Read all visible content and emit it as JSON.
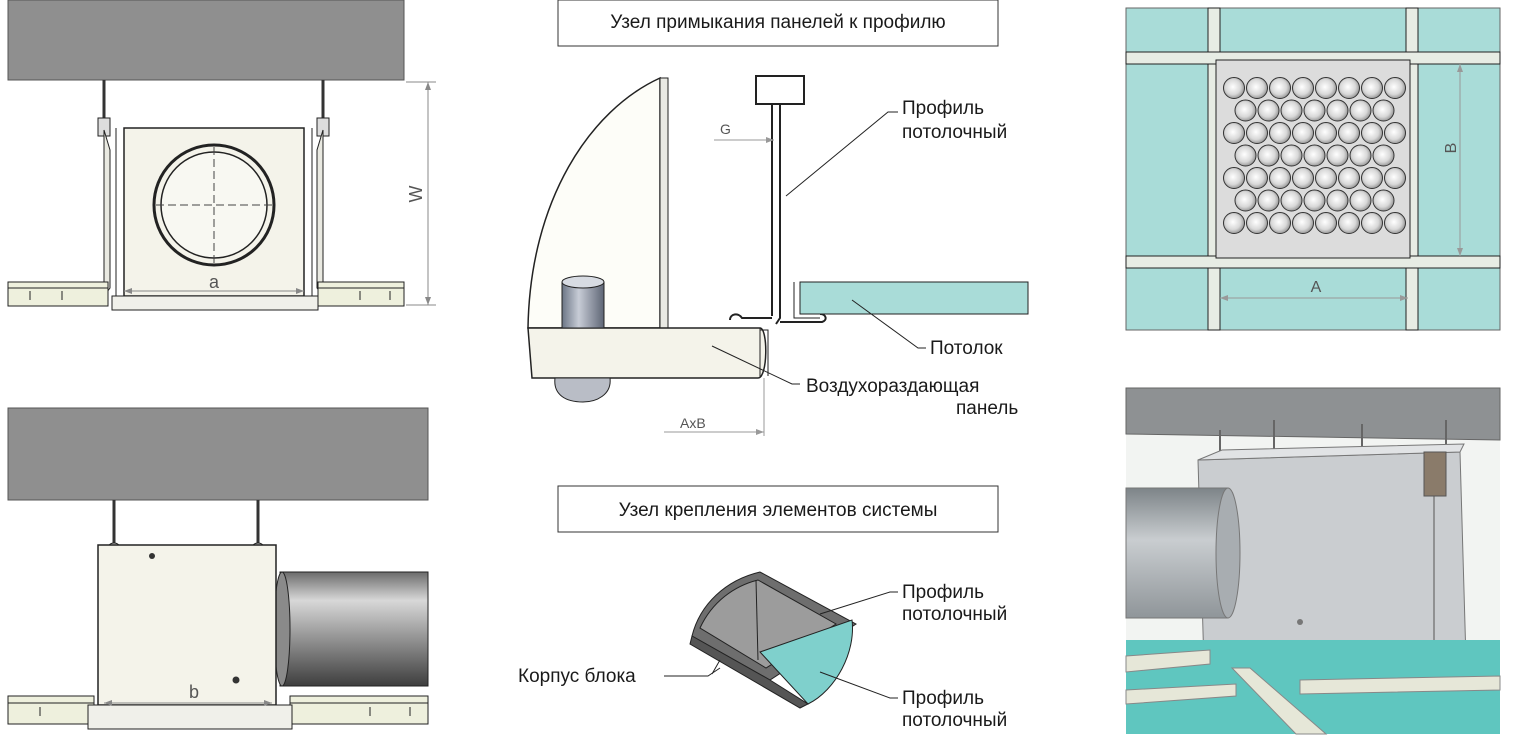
{
  "titles": {
    "junction_profile": "Узел примыкания панелей к профилю",
    "fastening": "Узел крепления элементов системы"
  },
  "labels": {
    "profile_ceiling_top_line1": "Профиль",
    "profile_ceiling_top_line2": "потолочный",
    "ceiling": "Потолок",
    "air_panel_line1": "Воздухораздающая",
    "air_panel_line2": "панель",
    "body_block": "Корпус блока",
    "profile_ceiling_mid_line1": "Профиль",
    "profile_ceiling_mid_line2": "потолочный",
    "profile_ceiling_bot_line1": "Профиль",
    "profile_ceiling_bot_line2": "потолочный"
  },
  "dimensions": {
    "W": "W",
    "a": "a",
    "b": "b",
    "G": "G",
    "AxB": "AxB",
    "A": "A",
    "B": "B"
  },
  "colors": {
    "concrete": "#8f8f8f",
    "panel_cyan": "#a9dcd8",
    "panel_cyan_dark": "#6fc0bd",
    "body_cream": "#f4f3ea",
    "line": "#1a1a1a",
    "dim_line": "#9a9a9a"
  }
}
